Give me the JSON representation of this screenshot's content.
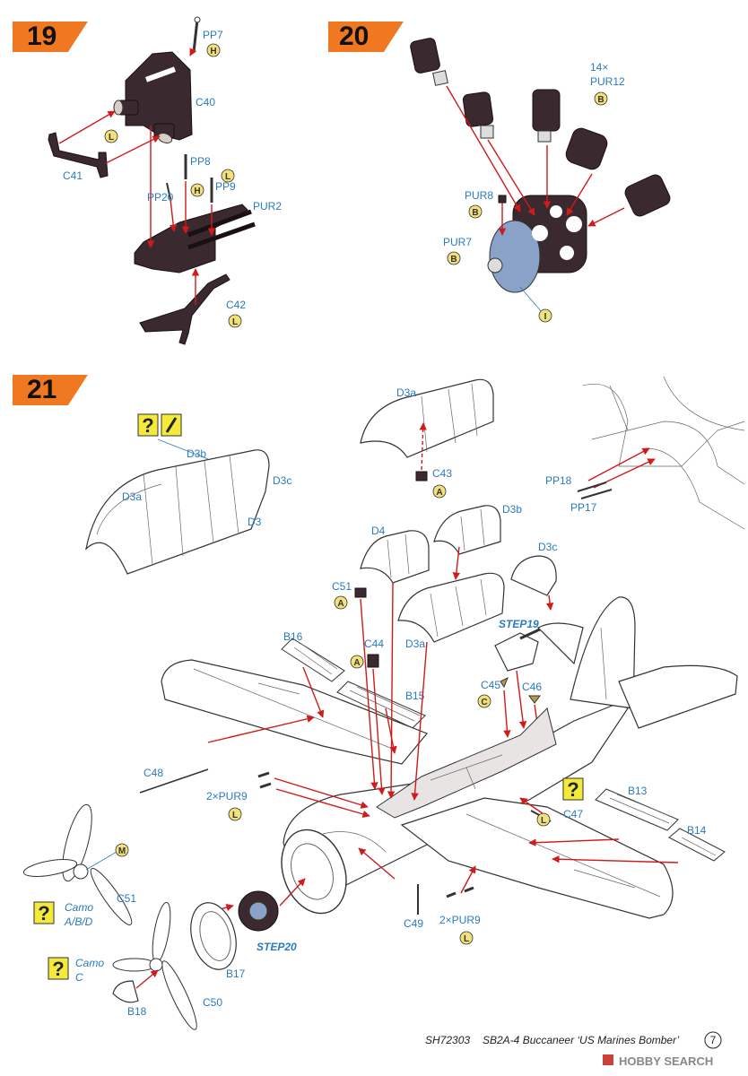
{
  "steps": [
    {
      "number": "19"
    },
    {
      "number": "20"
    },
    {
      "number": "21"
    }
  ],
  "step19": {
    "labels": {
      "pp7": "PP7",
      "c40": "C40",
      "c41": "C41",
      "pp8": "PP8",
      "pp9": "PP9",
      "pp20": "PP20",
      "pur2": "PUR2",
      "c42": "C42"
    },
    "badges": {
      "pp7": "H",
      "c41": "L",
      "pp9": "L",
      "pp20": "H",
      "c42": "L"
    }
  },
  "step20": {
    "labels": {
      "count": "14×",
      "pur12": "PUR12",
      "pur8": "PUR8",
      "pur7": "PUR7"
    },
    "badges": {
      "pur12": "B",
      "pur8": "B",
      "pur7": "B",
      "cowl": "I"
    }
  },
  "step21": {
    "canopy_left": {
      "d3b": "D3b",
      "d3c": "D3c",
      "d3a": "D3a",
      "d3": "D3"
    },
    "canopy_top": {
      "d3a": "D3a",
      "c43": "C43",
      "c43_badge": "A"
    },
    "inset": {
      "pp18": "PP18",
      "pp17": "PP17"
    },
    "parts": {
      "d4": "D4",
      "d3b": "D3b",
      "d3c": "D3c",
      "d3a": "D3a",
      "c51_top": "C51",
      "c44": "C44",
      "b16": "B16",
      "b15": "B15",
      "step19": "STEP19",
      "c45": "C45",
      "c46": "C46",
      "c48": "C48",
      "pur9_a": "2×PUR9",
      "c47": "C47",
      "b13": "B13",
      "b14": "B14",
      "c51_prop": "C51",
      "c49": "C49",
      "pur9_b": "2×PUR9",
      "step20": "STEP20",
      "b17": "B17",
      "b18": "B18",
      "c50": "C50"
    },
    "badges": {
      "c51": "A",
      "c44": "A",
      "c45": "C",
      "pur9_a": "L",
      "c47": "L",
      "prop_m": "M",
      "pur9_b": "L"
    },
    "camo": {
      "abd_title": "Camo",
      "abd_value": "A/B/D",
      "c_title": "Camo",
      "c_value": "C"
    }
  },
  "footer": {
    "code": "SH72303",
    "title": "SB2A-4 Buccaneer ‘US Marines Bomber’",
    "page": "7"
  },
  "watermark": {
    "text": "HOBBY SEARCH"
  },
  "colors": {
    "step_tab": "#f07820",
    "label": "#2a7bbf",
    "arrow": "#d11a1a",
    "badge": "#f2e07a",
    "hint_box": "#f3ea3a"
  }
}
